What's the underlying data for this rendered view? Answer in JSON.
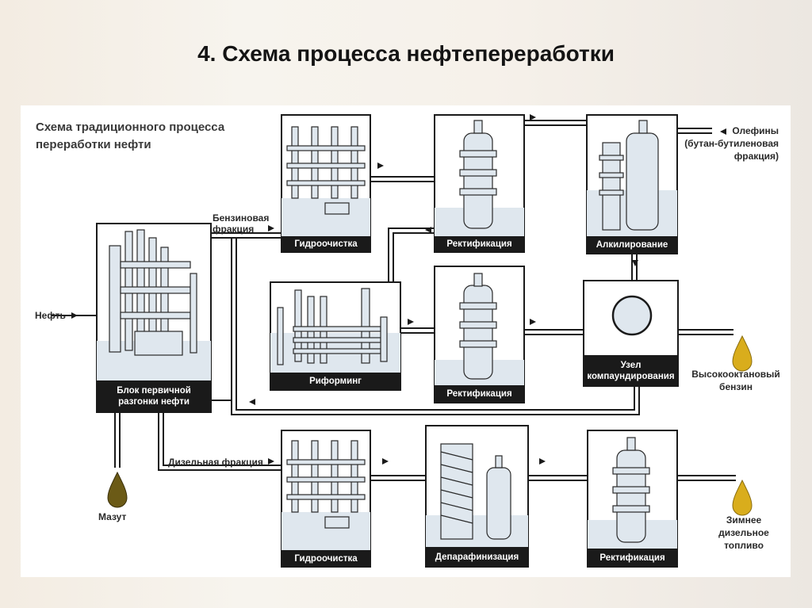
{
  "slide": {
    "title": "4. Схема процесса нефтепереработки"
  },
  "diagram": {
    "heading_line1": "Схема традиционного процесса",
    "heading_line2": "переработки нефти",
    "units": {
      "primary": {
        "line1": "Блок первичной",
        "line2": "разгонки нефти"
      },
      "hydro_top": "Гидроочистка",
      "rect_top": "Ректификация",
      "alkylation": "Алкилирование",
      "reforming": "Риформинг",
      "rect_mid": "Ректификация",
      "blending": {
        "line1": "Узел",
        "line2": "компаундирования"
      },
      "hydro_bottom": "Гидроочистка",
      "dewaxing": "Депарафинизация",
      "rect_bottom": "Ректификация"
    },
    "streams": {
      "oil": "Нефть",
      "gasoline_frac_1": "Бензиновая",
      "gasoline_frac_2": "фракция",
      "diesel_frac": "Дизельная фракция",
      "olefins_1": "Олефины",
      "olefins_2": "(бутан-бутиленовая",
      "olefins_3": "фракция)",
      "high_octane_1": "Высокооктановый",
      "high_octane_2": "бензин",
      "fuel_oil": "Мазут",
      "winter_diesel_1": "Зимнее",
      "winter_diesel_2": "дизельное",
      "winter_diesel_3": "топливо"
    }
  },
  "colors": {
    "equipment_fill": "#dfe7ee",
    "equipment_stroke": "#1d1d1d",
    "label_bar": "#1a1a1a",
    "pipe": "#1a1a1a",
    "drop_dark": "#6b5a16",
    "drop_gold": "#d9ad1c"
  },
  "icons": [
    "arrow-right-icon",
    "arrow-left-icon",
    "arrow-down-icon",
    "oil-drop-icon"
  ]
}
